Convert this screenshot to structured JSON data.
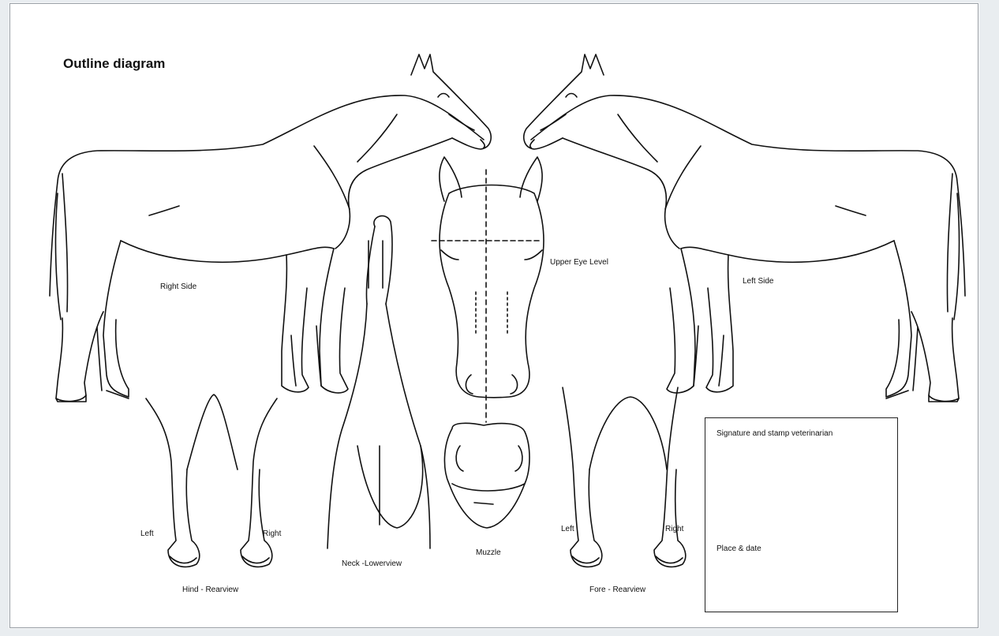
{
  "title": "Outline diagram",
  "labels": {
    "right_side": "Right Side",
    "left_side": "Left Side",
    "upper_eye_level": "Upper Eye Level",
    "hind_left": "Left",
    "hind_right": "Right",
    "hind_rearview": "Hind - Rearview",
    "neck_lowerview": "Neck -Lowerview",
    "muzzle": "Muzzle",
    "fore_left": "Left",
    "fore_right": "Right",
    "fore_rearview": "Fore - Rearview"
  },
  "signature_box": {
    "signature_label": "Signature and stamp veterinarian",
    "place_date_label": "Place & date"
  }
}
